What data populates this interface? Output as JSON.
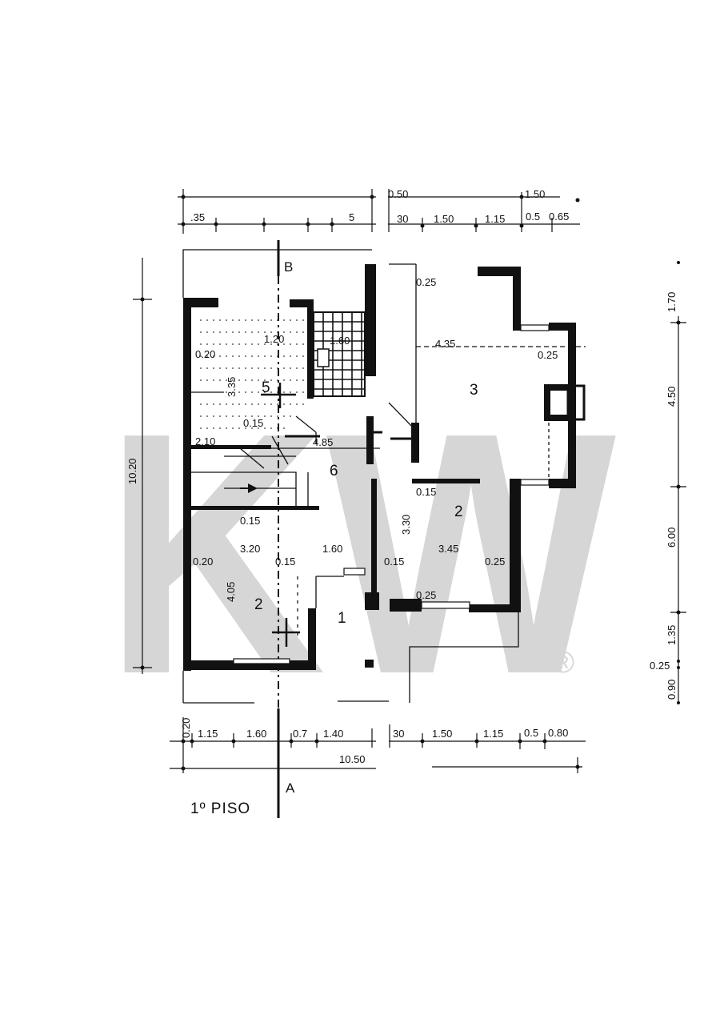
{
  "title": "1º PISO",
  "section_marks": {
    "top": "B",
    "bottom": "A"
  },
  "rooms": [
    {
      "id": "r5",
      "label": "5"
    },
    {
      "id": "r6",
      "label": "6"
    },
    {
      "id": "r3",
      "label": "3"
    },
    {
      "id": "r2_right",
      "label": "2"
    },
    {
      "id": "r2_left",
      "label": "2"
    },
    {
      "id": "r1",
      "label": "1"
    }
  ],
  "dims_top_overall": [
    "0.50",
    "1.50"
  ],
  "dims_top_chain": [
    ".35",
    "5",
    "30",
    "1.50",
    "1.15",
    "0.5",
    "0.65"
  ],
  "dims_bottom_chain": [
    "0.20",
    "1.15",
    "1.60",
    "0.7",
    "1.40",
    "30",
    "1.50",
    "1.15",
    "0.5",
    "0.80"
  ],
  "dims_bottom_overall": "10.50",
  "dims_left": [
    "10.20"
  ],
  "dims_right": [
    "1.70",
    "4.50",
    "6.00",
    "1.35",
    "0.25",
    "0.90"
  ],
  "interior_dims": [
    "0.25",
    "4.35",
    "0.25",
    "1.20",
    "1.60",
    "0.20",
    "3.35",
    "0.15",
    "2.10",
    "4.85",
    "0.15",
    "0.15",
    "3.30",
    "3.45",
    "3.20",
    "0.20",
    "0.15",
    "1.60",
    "0.15",
    "0.25",
    "4.05",
    "0.25"
  ],
  "watermark": {
    "text": "KW",
    "mark": "®"
  }
}
